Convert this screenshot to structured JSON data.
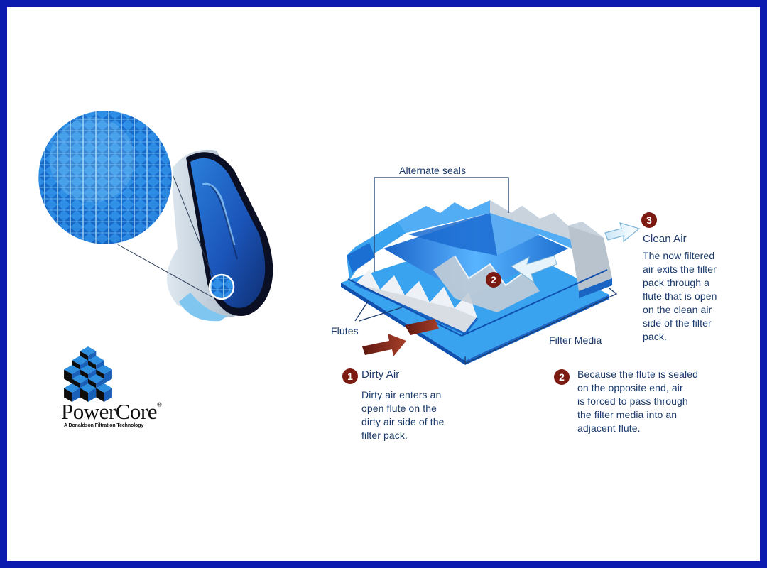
{
  "labels": {
    "alternate_seals": "Alternate seals",
    "flutes": "Flutes",
    "filter_media": "Filter Media"
  },
  "steps": [
    {
      "number": "1",
      "title": "Dirty Air",
      "text": "Dirty air enters an\nopen flute on the\ndirty air side of the\nfilter pack."
    },
    {
      "number": "2",
      "text": "Because the flute is sealed\non the opposite end, air\nis forced to pass through\nthe filter media into an\nadjacent flute."
    },
    {
      "number": "3",
      "title": "Clean Air",
      "text": "The now filtered\nair exits the filter\npack through a\nflute that is open\non the clean air\nside of the filter\npack."
    }
  ],
  "diagram_marker": "2",
  "brand": {
    "name": "PowerCore",
    "mark": "®",
    "tagline": "A Donaldson Filtration Technology"
  },
  "colors": {
    "border": "#0b1bb0",
    "media_blue": "#2e8fe0",
    "label_text": "#1b3a6b",
    "badge": "#7a1a10",
    "dirty_arrow": "#8b2a1c",
    "clean_arrow": "#e8f3fb"
  }
}
